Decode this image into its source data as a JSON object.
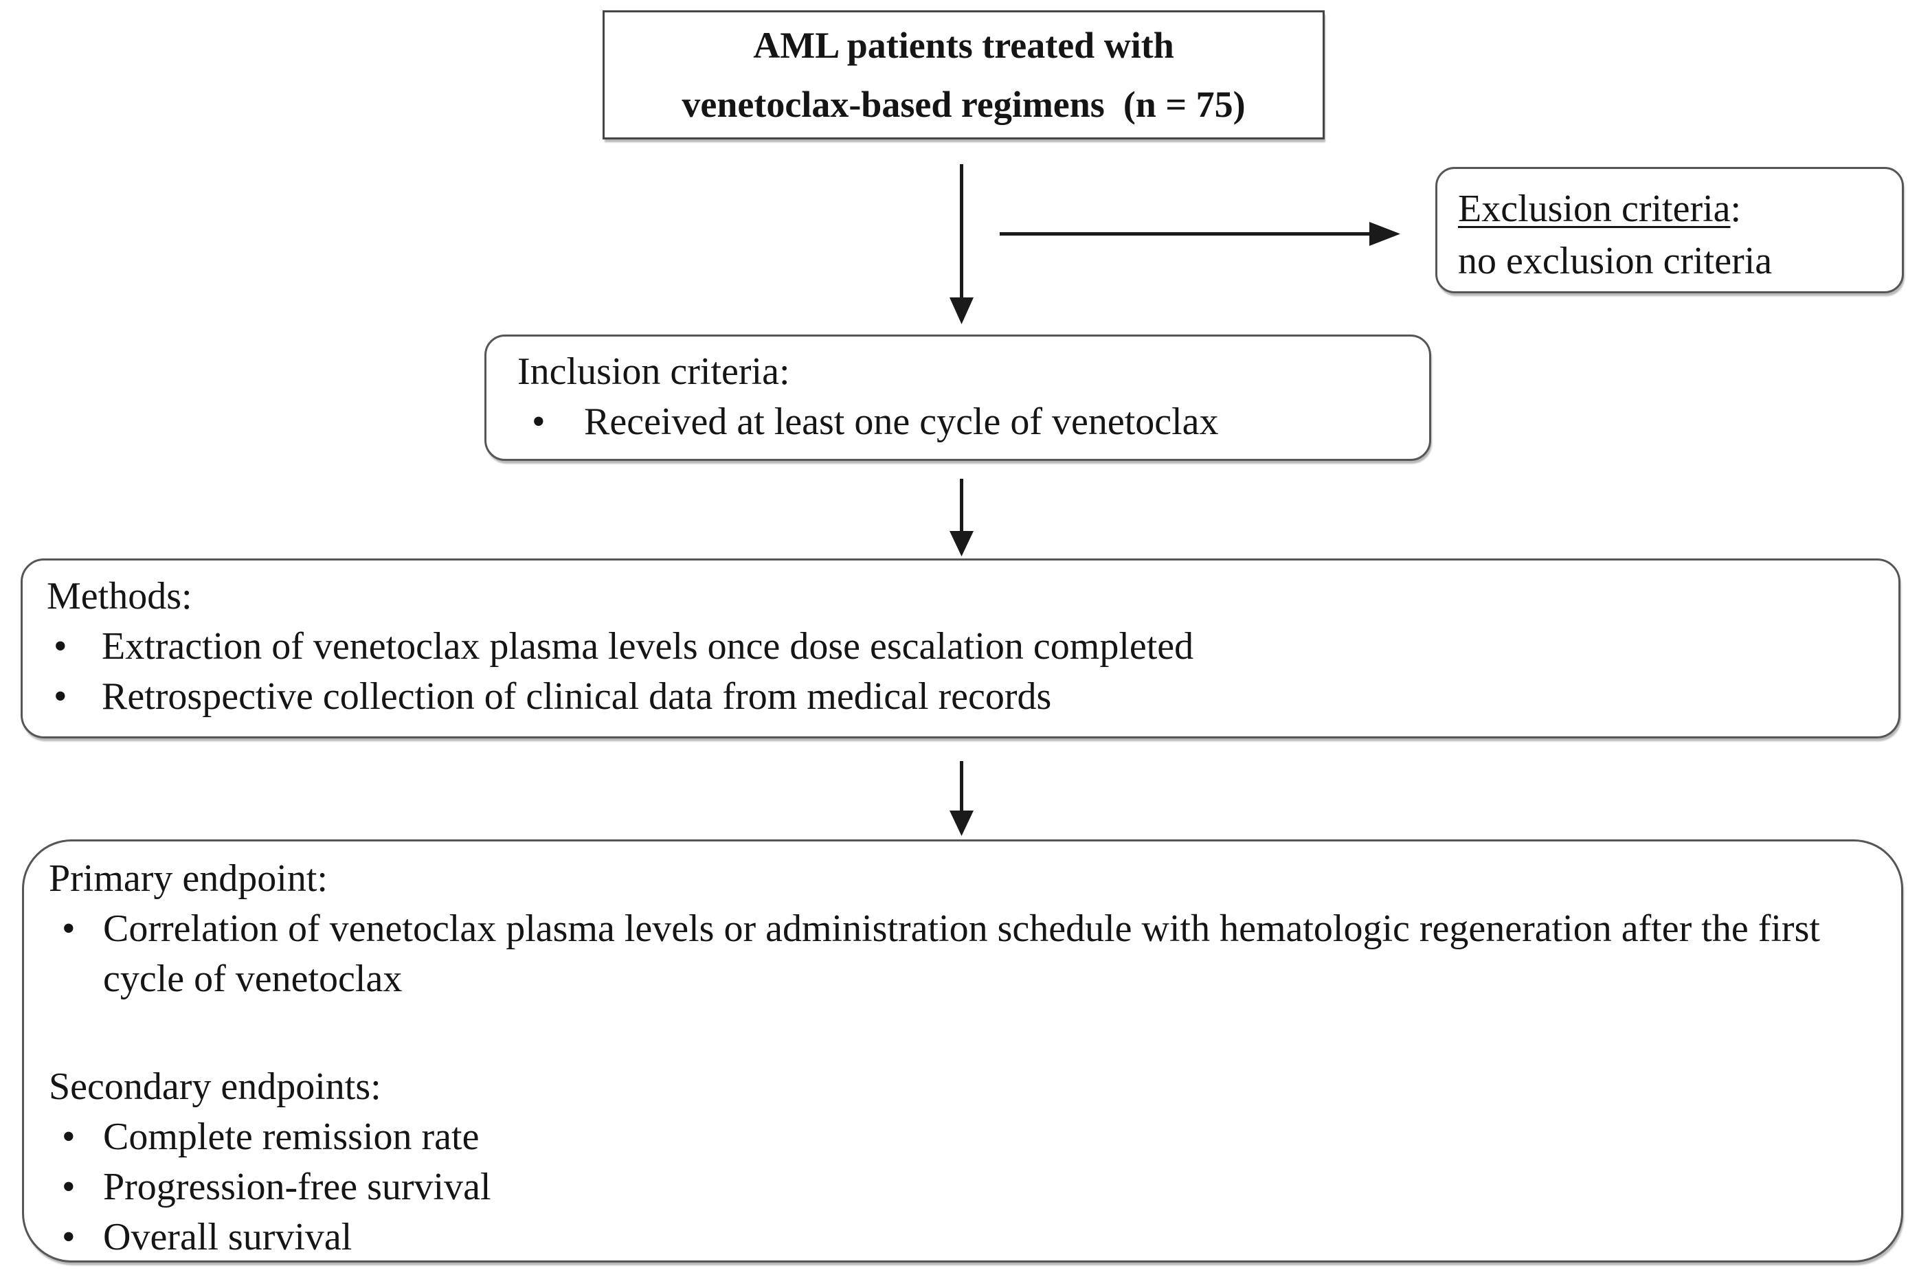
{
  "meta": {
    "figure_type": "study-flow-diagram"
  },
  "colors": {
    "background": "#ffffff",
    "text": "#151515",
    "box_border": "#565656",
    "arrow": "#1a1a1a"
  },
  "glyphs": {
    "bullet": "•"
  },
  "flowchart": {
    "top_box": {
      "line1": "AML patients treated with",
      "line2": "venetoclax-based regimens  (n = 75)"
    },
    "exclusion_box": {
      "heading": "Exclusion criteria",
      "heading_colon": ":",
      "body": "no exclusion criteria"
    },
    "inclusion_box": {
      "heading": "Inclusion criteria:",
      "bullets": [
        "Received at least one cycle of venetoclax"
      ]
    },
    "methods_box": {
      "heading": "Methods:",
      "bullets": [
        "Extraction of venetoclax plasma levels once dose escalation completed",
        "Retrospective collection of clinical data from medical records"
      ]
    },
    "endpoints_box": {
      "primary_heading": "Primary endpoint:",
      "primary_bullets": [
        "Correlation of venetoclax plasma levels or administration schedule with hematologic regeneration after the first cycle of venetoclax"
      ],
      "secondary_heading": "Secondary endpoints:",
      "secondary_bullets": [
        "Complete remission rate",
        "Progression-free survival",
        "Overall survival"
      ]
    }
  }
}
